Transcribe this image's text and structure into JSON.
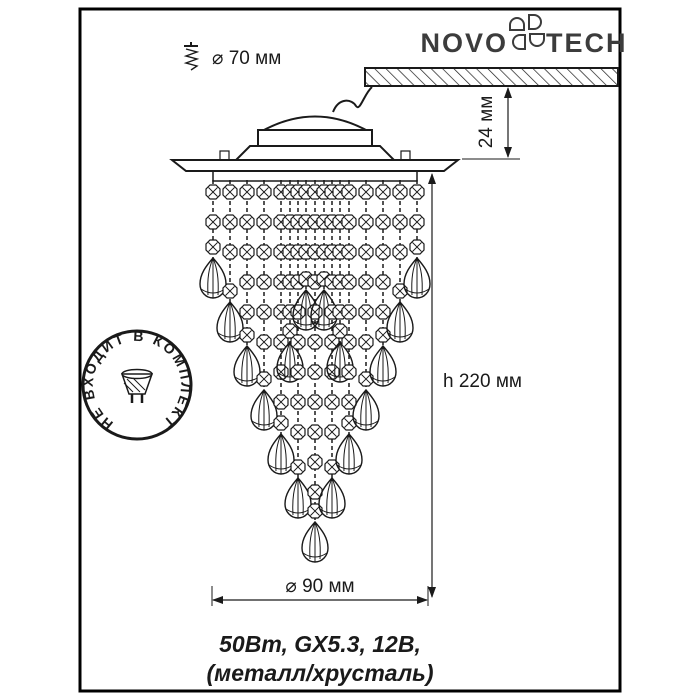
{
  "brand": {
    "left": "NOVO",
    "right": "TECH",
    "ornament_icon": "four-d-petal-ornament"
  },
  "dimensions": {
    "cutout": "⌀ 70 мм",
    "depth": "24 мм",
    "height": "h 220 мм",
    "diameter": "⌀ 90 мм"
  },
  "stamp": {
    "text": "НЕ ВХОДИТ В КОМПЛЕКТ",
    "icon": "gx53-lamp-icon"
  },
  "caption": {
    "line1": "50Вт, GX5.3, 12В,",
    "line2": "(металл/хрусталь)"
  },
  "icons": {
    "screw": "screw-icon"
  },
  "colors": {
    "ink": "#1a1a1a",
    "brand_text": "#3c3c3c",
    "background": "#ffffff"
  }
}
